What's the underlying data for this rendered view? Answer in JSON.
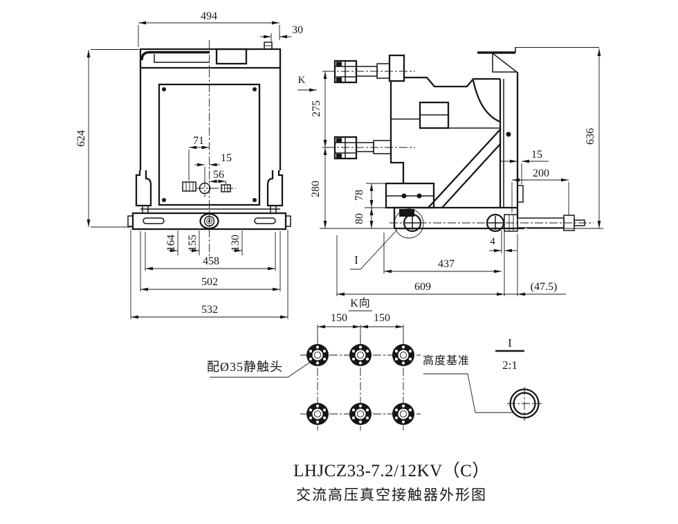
{
  "colors": {
    "line": "#161616",
    "background": "#ffffff"
  },
  "front_view": {
    "dim_width_top": "494",
    "dim_top_offset": "30",
    "dim_height": "624",
    "dim_71": "71",
    "dim_15": "15",
    "dim_56": "56",
    "dim_164": "164",
    "dim_155": "155",
    "dim_130": "130",
    "dim_458": "458",
    "dim_502": "502",
    "dim_532": "532"
  },
  "side_view": {
    "view_arrow_label": "K",
    "dim_275": "275",
    "dim_280": "280",
    "dim_78": "78",
    "dim_80": "80",
    "dim_636": "636",
    "dim_15": "15",
    "dim_200": "200",
    "dim_4": "4",
    "dim_437": "437",
    "dim_609": "609",
    "dim_47_5": "(47.5)",
    "detail_ref_label": "I"
  },
  "k_view": {
    "view_label": "K向",
    "dim_150_left": "150",
    "dim_150_right": "150",
    "contact_note": "配Ø35静触头",
    "datum_note": "高度基准"
  },
  "detail_view": {
    "label": "I",
    "scale": "2:1"
  },
  "title": {
    "model": "LHJCZ33-7.2/12KV（C）",
    "caption": "交流高压真空接触器外形图"
  }
}
